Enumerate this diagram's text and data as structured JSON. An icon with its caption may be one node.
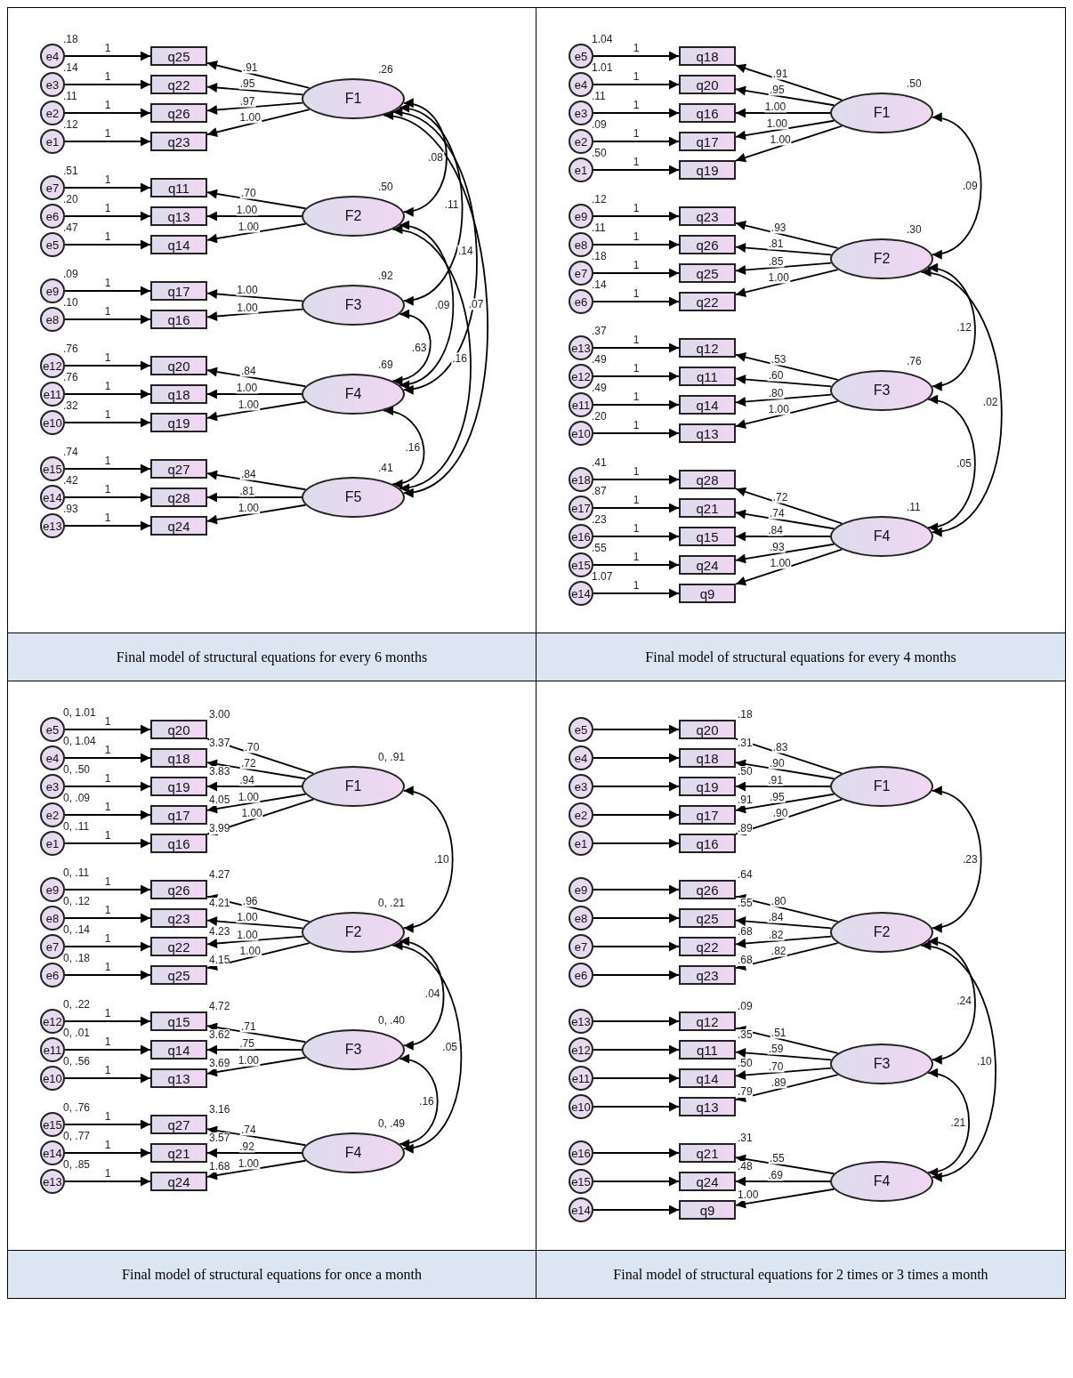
{
  "diagram": {
    "nodes": [
      {
        "text": [
          "Final model of structural equations for every 6 months"
        ]
      },
      {
        "text": [
          "e4"
        ],
        "in": 0,
        "beside": [
          ".18"
        ]
      },
      {
        "text": [
          "e3"
        ],
        "in": 0,
        "beside": [
          ".14"
        ]
      },
      {
        "text": [
          "e2"
        ],
        "in": 0,
        "beside": [
          ".11"
        ]
      },
      {
        "text": [
          "e1"
        ],
        "in": 0,
        "beside": [
          ".12"
        ]
      },
      {
        "text": [
          "q25"
        ],
        "in": 0
      },
      {
        "text": [
          "q22"
        ],
        "in": 0
      },
      {
        "text": [
          "q26"
        ],
        "in": 0
      },
      {
        "text": [
          "q23"
        ],
        "in": 0
      },
      {
        "text": [
          "F1"
        ],
        "in": 0,
        "beside": [
          ".26"
        ]
      },
      {
        "text": [
          "e7"
        ],
        "in": 0,
        "beside": [
          ".51"
        ]
      },
      {
        "text": [
          "e6"
        ],
        "in": 0,
        "beside": [
          ".20"
        ]
      },
      {
        "text": [
          "e5"
        ],
        "in": 0,
        "beside": [
          ".47"
        ]
      },
      {
        "text": [
          "q11"
        ],
        "in": 0
      },
      {
        "text": [
          "q13"
        ],
        "in": 0
      },
      {
        "text": [
          "q14"
        ],
        "in": 0
      },
      {
        "text": [
          "F2"
        ],
        "in": 0,
        "beside": [
          ".50"
        ]
      },
      {
        "text": [
          "e9"
        ],
        "in": 0,
        "beside": [
          ".09"
        ]
      },
      {
        "text": [
          "e8"
        ],
        "in": 0,
        "beside": [
          ".10"
        ]
      },
      {
        "text": [
          "q17"
        ],
        "in": 0
      },
      {
        "text": [
          "q16"
        ],
        "in": 0
      },
      {
        "text": [
          "F3"
        ],
        "in": 0,
        "beside": [
          ".92"
        ]
      },
      {
        "text": [
          "e12"
        ],
        "in": 0,
        "beside": [
          ".76"
        ]
      },
      {
        "text": [
          "e11"
        ],
        "in": 0,
        "beside": [
          ".76"
        ]
      },
      {
        "text": [
          "e10"
        ],
        "in": 0,
        "beside": [
          ".32"
        ]
      },
      {
        "text": [
          "q20"
        ],
        "in": 0
      },
      {
        "text": [
          "q18"
        ],
        "in": 0
      },
      {
        "text": [
          "q19"
        ],
        "in": 0
      },
      {
        "text": [
          "F4"
        ],
        "in": 0,
        "beside": [
          ".69"
        ]
      },
      {
        "text": [
          "e15"
        ],
        "in": 0,
        "beside": [
          ".74"
        ]
      },
      {
        "text": [
          "e14"
        ],
        "in": 0,
        "beside": [
          ".42"
        ]
      },
      {
        "text": [
          "e13"
        ],
        "in": 0,
        "beside": [
          ".93"
        ]
      },
      {
        "text": [
          "q27"
        ],
        "in": 0
      },
      {
        "text": [
          "q28"
        ],
        "in": 0
      },
      {
        "text": [
          "q24"
        ],
        "in": 0
      },
      {
        "text": [
          "F5"
        ],
        "in": 0,
        "beside": [
          ".41"
        ]
      },
      {
        "text": [
          "Final model of structural equations for every 4 months"
        ]
      },
      {
        "text": [
          "e5"
        ],
        "in": 36,
        "beside": [
          "1.04"
        ]
      },
      {
        "text": [
          "e4"
        ],
        "in": 36,
        "beside": [
          "1.01"
        ]
      },
      {
        "text": [
          "e3"
        ],
        "in": 36,
        "beside": [
          ".11"
        ]
      },
      {
        "text": [
          "e2"
        ],
        "in": 36,
        "beside": [
          ".09"
        ]
      },
      {
        "text": [
          "e1"
        ],
        "in": 36,
        "beside": [
          ".50"
        ]
      },
      {
        "text": [
          "q18"
        ],
        "in": 36
      },
      {
        "text": [
          "q20"
        ],
        "in": 36
      },
      {
        "text": [
          "q16"
        ],
        "in": 36
      },
      {
        "text": [
          "q17"
        ],
        "in": 36
      },
      {
        "text": [
          "q19"
        ],
        "in": 36
      },
      {
        "text": [
          "F1"
        ],
        "in": 36,
        "beside": [
          ".50"
        ]
      },
      {
        "text": [
          "e9"
        ],
        "in": 36,
        "beside": [
          ".12"
        ]
      },
      {
        "text": [
          "e8"
        ],
        "in": 36,
        "beside": [
          ".11"
        ]
      },
      {
        "text": [
          "e7"
        ],
        "in": 36,
        "beside": [
          ".18"
        ]
      },
      {
        "text": [
          "e6"
        ],
        "in": 36,
        "beside": [
          ".14"
        ]
      },
      {
        "text": [
          "q23"
        ],
        "in": 36
      },
      {
        "text": [
          "q26"
        ],
        "in": 36
      },
      {
        "text": [
          "q25"
        ],
        "in": 36
      },
      {
        "text": [
          "q22"
        ],
        "in": 36
      },
      {
        "text": [
          "F2"
        ],
        "in": 36,
        "beside": [
          ".30"
        ]
      },
      {
        "text": [
          "e13"
        ],
        "in": 36,
        "beside": [
          ".37"
        ]
      },
      {
        "text": [
          "e12"
        ],
        "in": 36,
        "beside": [
          ".49"
        ]
      },
      {
        "text": [
          "e11"
        ],
        "in": 36,
        "beside": [
          ".49"
        ]
      },
      {
        "text": [
          "e10"
        ],
        "in": 36,
        "beside": [
          ".20"
        ]
      },
      {
        "text": [
          "q12"
        ],
        "in": 36
      },
      {
        "text": [
          "q11"
        ],
        "in": 36
      },
      {
        "text": [
          "q14"
        ],
        "in": 36
      },
      {
        "text": [
          "q13"
        ],
        "in": 36
      },
      {
        "text": [
          "F3"
        ],
        "in": 36,
        "beside": [
          ".76"
        ]
      },
      {
        "text": [
          "e18"
        ],
        "in": 36,
        "beside": [
          ".41"
        ]
      },
      {
        "text": [
          "e17"
        ],
        "in": 36,
        "beside": [
          ".87"
        ]
      },
      {
        "text": [
          "e16"
        ],
        "in": 36,
        "beside": [
          ".23"
        ]
      },
      {
        "text": [
          "e15"
        ],
        "in": 36,
        "beside": [
          ".55"
        ]
      },
      {
        "text": [
          "e14"
        ],
        "in": 36,
        "beside": [
          "1.07"
        ]
      },
      {
        "text": [
          "q28"
        ],
        "in": 36
      },
      {
        "text": [
          "q21"
        ],
        "in": 36
      },
      {
        "text": [
          "q15"
        ],
        "in": 36
      },
      {
        "text": [
          "q24"
        ],
        "in": 36
      },
      {
        "text": [
          "q9"
        ],
        "in": 36
      },
      {
        "text": [
          "F4"
        ],
        "in": 36,
        "beside": [
          ".11"
        ]
      },
      {
        "text": [
          "Final model of structural equations for once a month"
        ]
      },
      {
        "text": [
          "e5"
        ],
        "in": 77,
        "beside": [
          "0, 1.01"
        ]
      },
      {
        "text": [
          "e4"
        ],
        "in": 77,
        "beside": [
          "0, 1.04"
        ]
      },
      {
        "text": [
          "e3"
        ],
        "in": 77,
        "beside": [
          "0, .50"
        ]
      },
      {
        "text": [
          "e2"
        ],
        "in": 77,
        "beside": [
          "0, .09"
        ]
      },
      {
        "text": [
          "e1"
        ],
        "in": 77,
        "beside": [
          "0, .11"
        ]
      },
      {
        "text": [
          "q20"
        ],
        "in": 77,
        "beside": [
          "3.00"
        ]
      },
      {
        "text": [
          "q18"
        ],
        "in": 77,
        "beside": [
          "3.37"
        ]
      },
      {
        "text": [
          "q19"
        ],
        "in": 77,
        "beside": [
          "3.83"
        ]
      },
      {
        "text": [
          "q17"
        ],
        "in": 77,
        "beside": [
          "4.05"
        ]
      },
      {
        "text": [
          "q16"
        ],
        "in": 77,
        "beside": [
          "3.99"
        ]
      },
      {
        "text": [
          "F1"
        ],
        "in": 77,
        "beside": [
          "0, .91"
        ]
      },
      {
        "text": [
          "e9"
        ],
        "in": 77,
        "beside": [
          "0, .11"
        ]
      },
      {
        "text": [
          "e8"
        ],
        "in": 77,
        "beside": [
          "0, .12"
        ]
      },
      {
        "text": [
          "e7"
        ],
        "in": 77,
        "beside": [
          "0, .14"
        ]
      },
      {
        "text": [
          "e6"
        ],
        "in": 77,
        "beside": [
          "0, .18"
        ]
      },
      {
        "text": [
          "q26"
        ],
        "in": 77,
        "beside": [
          "4.27"
        ]
      },
      {
        "text": [
          "q23"
        ],
        "in": 77,
        "beside": [
          "4.21"
        ]
      },
      {
        "text": [
          "q22"
        ],
        "in": 77,
        "beside": [
          "4.23"
        ]
      },
      {
        "text": [
          "q25"
        ],
        "in": 77,
        "beside": [
          "4.15"
        ]
      },
      {
        "text": [
          "F2"
        ],
        "in": 77,
        "beside": [
          "0, .21"
        ]
      },
      {
        "text": [
          "e12"
        ],
        "in": 77,
        "beside": [
          "0, .22"
        ]
      },
      {
        "text": [
          "e11"
        ],
        "in": 77,
        "beside": [
          "0, .01"
        ]
      },
      {
        "text": [
          "e10"
        ],
        "in": 77,
        "beside": [
          "0, .56"
        ]
      },
      {
        "text": [
          "q15"
        ],
        "in": 77,
        "beside": [
          "4.72"
        ]
      },
      {
        "text": [
          "q14"
        ],
        "in": 77,
        "beside": [
          "3.62"
        ]
      },
      {
        "text": [
          "q13"
        ],
        "in": 77,
        "beside": [
          "3.69"
        ]
      },
      {
        "text": [
          "F3"
        ],
        "in": 77,
        "beside": [
          "0, .40"
        ]
      },
      {
        "text": [
          "e15"
        ],
        "in": 77,
        "beside": [
          "0, .76"
        ]
      },
      {
        "text": [
          "e14"
        ],
        "in": 77,
        "beside": [
          "0, .77"
        ]
      },
      {
        "text": [
          "e13"
        ],
        "in": 77,
        "beside": [
          "0, .85"
        ]
      },
      {
        "text": [
          "q27"
        ],
        "in": 77,
        "beside": [
          "3.16"
        ]
      },
      {
        "text": [
          "q21"
        ],
        "in": 77,
        "beside": [
          "3.57"
        ]
      },
      {
        "text": [
          "q24"
        ],
        "in": 77,
        "beside": [
          "1.68"
        ]
      },
      {
        "text": [
          "F4"
        ],
        "in": 77,
        "beside": [
          "0, .49"
        ]
      },
      {
        "text": [
          "Final model of structural equations for 2 times or 3 times a month"
        ]
      },
      {
        "text": [
          "e5"
        ],
        "in": 112
      },
      {
        "text": [
          "e4"
        ],
        "in": 112
      },
      {
        "text": [
          "e3"
        ],
        "in": 112
      },
      {
        "text": [
          "e2"
        ],
        "in": 112
      },
      {
        "text": [
          "e1"
        ],
        "in": 112
      },
      {
        "text": [
          "q20"
        ],
        "in": 112,
        "beside": [
          ".18"
        ]
      },
      {
        "text": [
          "q18"
        ],
        "in": 112,
        "beside": [
          ".31"
        ]
      },
      {
        "text": [
          "q19"
        ],
        "in": 112,
        "beside": [
          ".50"
        ]
      },
      {
        "text": [
          "q17"
        ],
        "in": 112,
        "beside": [
          ".91"
        ]
      },
      {
        "text": [
          "q16"
        ],
        "in": 112,
        "beside": [
          ".89"
        ]
      },
      {
        "text": [
          "F1"
        ],
        "in": 112
      },
      {
        "text": [
          "e9"
        ],
        "in": 112
      },
      {
        "text": [
          "e8"
        ],
        "in": 112
      },
      {
        "text": [
          "e7"
        ],
        "in": 112
      },
      {
        "text": [
          "e6"
        ],
        "in": 112
      },
      {
        "text": [
          "q26"
        ],
        "in": 112,
        "beside": [
          ".64"
        ]
      },
      {
        "text": [
          "q25"
        ],
        "in": 112,
        "beside": [
          ".55"
        ]
      },
      {
        "text": [
          "q22"
        ],
        "in": 112,
        "beside": [
          ".68"
        ]
      },
      {
        "text": [
          "q23"
        ],
        "in": 112,
        "beside": [
          ".68"
        ]
      },
      {
        "text": [
          "F2"
        ],
        "in": 112
      },
      {
        "text": [
          "e13"
        ],
        "in": 112
      },
      {
        "text": [
          "e12"
        ],
        "in": 112
      },
      {
        "text": [
          "e11"
        ],
        "in": 112
      },
      {
        "text": [
          "e10"
        ],
        "in": 112
      },
      {
        "text": [
          "q12"
        ],
        "in": 112,
        "beside": [
          ".09"
        ]
      },
      {
        "text": [
          "q11"
        ],
        "in": 112,
        "beside": [
          ".35"
        ]
      },
      {
        "text": [
          "q14"
        ],
        "in": 112,
        "beside": [
          ".50"
        ]
      },
      {
        "text": [
          "q13"
        ],
        "in": 112,
        "beside": [
          ".79"
        ]
      },
      {
        "text": [
          "F3"
        ],
        "in": 112
      },
      {
        "text": [
          "e16"
        ],
        "in": 112
      },
      {
        "text": [
          "e15"
        ],
        "in": 112
      },
      {
        "text": [
          "e14"
        ],
        "in": 112
      },
      {
        "text": [
          "q21"
        ],
        "in": 112,
        "beside": [
          ".31"
        ]
      },
      {
        "text": [
          "q24"
        ],
        "in": 112,
        "beside": [
          ".48"
        ]
      },
      {
        "text": [
          "q9"
        ],
        "in": 112,
        "beside": [
          "1.00"
        ]
      },
      {
        "text": [
          "F4"
        ],
        "in": 112
      }
    ],
    "edges": [
      {
        "from": 1,
        "to": 5,
        "arrow": "to",
        "label": "1"
      },
      {
        "from": 2,
        "to": 6,
        "arrow": "to",
        "label": "1"
      },
      {
        "from": 3,
        "to": 7,
        "arrow": "to",
        "label": "1"
      },
      {
        "from": 4,
        "to": 8,
        "arrow": "to",
        "label": "1"
      },
      {
        "from": 10,
        "to": 13,
        "arrow": "to",
        "label": "1"
      },
      {
        "from": 11,
        "to": 14,
        "arrow": "to",
        "label": "1"
      },
      {
        "from": 12,
        "to": 15,
        "arrow": "to",
        "label": "1"
      },
      {
        "from": 17,
        "to": 19,
        "arrow": "to",
        "label": "1"
      },
      {
        "from": 18,
        "to": 20,
        "arrow": "to",
        "label": "1"
      },
      {
        "from": 22,
        "to": 25,
        "arrow": "to",
        "label": "1"
      },
      {
        "from": 23,
        "to": 26,
        "arrow": "to",
        "label": "1"
      },
      {
        "from": 24,
        "to": 27,
        "arrow": "to",
        "label": "1"
      },
      {
        "from": 29,
        "to": 32,
        "arrow": "to",
        "label": "1"
      },
      {
        "from": 30,
        "to": 33,
        "arrow": "to",
        "label": "1"
      },
      {
        "from": 31,
        "to": 34,
        "arrow": "to",
        "label": "1"
      },
      {
        "from": 9,
        "to": 5,
        "arrow": "to",
        "label": ".91"
      },
      {
        "from": 9,
        "to": 6,
        "arrow": "to",
        "label": ".95"
      },
      {
        "from": 9,
        "to": 7,
        "arrow": "to",
        "label": ".97"
      },
      {
        "from": 9,
        "to": 8,
        "arrow": "to",
        "label": "1.00"
      },
      {
        "from": 16,
        "to": 13,
        "arrow": "to",
        "label": ".70"
      },
      {
        "from": 16,
        "to": 14,
        "arrow": "to",
        "label": "1.00"
      },
      {
        "from": 16,
        "to": 15,
        "arrow": "to",
        "label": "1.00"
      },
      {
        "from": 21,
        "to": 19,
        "arrow": "to",
        "label": "1.00"
      },
      {
        "from": 21,
        "to": 20,
        "arrow": "to",
        "label": "1.00"
      },
      {
        "from": 28,
        "to": 25,
        "arrow": "to",
        "label": ".84"
      },
      {
        "from": 28,
        "to": 26,
        "arrow": "to",
        "label": "1.00"
      },
      {
        "from": 28,
        "to": 27,
        "arrow": "to",
        "label": "1.00"
      },
      {
        "from": 35,
        "to": 32,
        "arrow": "to",
        "label": ".84"
      },
      {
        "from": 35,
        "to": 33,
        "arrow": "to",
        "label": ".81"
      },
      {
        "from": 35,
        "to": 34,
        "arrow": "to",
        "label": "1.00"
      },
      {
        "from": 9,
        "to": 16,
        "arrow": "both",
        "label": ".08"
      },
      {
        "from": 9,
        "to": 21,
        "arrow": "both",
        "label": ".11"
      },
      {
        "from": 9,
        "to": 28,
        "arrow": "both",
        "label": ".14"
      },
      {
        "from": 9,
        "to": 35,
        "arrow": "both",
        "label": ".07"
      },
      {
        "from": 16,
        "to": 28,
        "arrow": "both",
        "label": ".09"
      },
      {
        "from": 16,
        "to": 35,
        "arrow": "both",
        "label": ".16"
      },
      {
        "from": 21,
        "to": 28,
        "arrow": "both",
        "label": ".63"
      },
      {
        "from": 28,
        "to": 35,
        "arrow": "both",
        "label": ".16"
      },
      {
        "from": 37,
        "to": 42,
        "arrow": "to",
        "label": "1"
      },
      {
        "from": 38,
        "to": 43,
        "arrow": "to",
        "label": "1"
      },
      {
        "from": 39,
        "to": 44,
        "arrow": "to",
        "label": "1"
      },
      {
        "from": 40,
        "to": 45,
        "arrow": "to",
        "label": "1"
      },
      {
        "from": 41,
        "to": 46,
        "arrow": "to",
        "label": "1"
      },
      {
        "from": 48,
        "to": 52,
        "arrow": "to",
        "label": "1"
      },
      {
        "from": 49,
        "to": 53,
        "arrow": "to",
        "label": "1"
      },
      {
        "from": 50,
        "to": 54,
        "arrow": "to",
        "label": "1"
      },
      {
        "from": 51,
        "to": 55,
        "arrow": "to",
        "label": "1"
      },
      {
        "from": 57,
        "to": 61,
        "arrow": "to",
        "label": "1"
      },
      {
        "from": 58,
        "to": 62,
        "arrow": "to",
        "label": "1"
      },
      {
        "from": 59,
        "to": 63,
        "arrow": "to",
        "label": "1"
      },
      {
        "from": 60,
        "to": 64,
        "arrow": "to",
        "label": "1"
      },
      {
        "from": 66,
        "to": 71,
        "arrow": "to",
        "label": "1"
      },
      {
        "from": 67,
        "to": 72,
        "arrow": "to",
        "label": "1"
      },
      {
        "from": 68,
        "to": 73,
        "arrow": "to",
        "label": "1"
      },
      {
        "from": 69,
        "to": 74,
        "arrow": "to",
        "label": "1"
      },
      {
        "from": 70,
        "to": 75,
        "arrow": "to",
        "label": "1"
      },
      {
        "from": 47,
        "to": 42,
        "arrow": "to",
        "label": ".91"
      },
      {
        "from": 47,
        "to": 43,
        "arrow": "to",
        "label": ".95"
      },
      {
        "from": 47,
        "to": 44,
        "arrow": "to",
        "label": "1.00"
      },
      {
        "from": 47,
        "to": 45,
        "arrow": "to",
        "label": "1.00"
      },
      {
        "from": 47,
        "to": 46,
        "arrow": "to",
        "label": "1.00"
      },
      {
        "from": 56,
        "to": 52,
        "arrow": "to",
        "label": ".93"
      },
      {
        "from": 56,
        "to": 53,
        "arrow": "to",
        "label": ".81"
      },
      {
        "from": 56,
        "to": 54,
        "arrow": "to",
        "label": ".85"
      },
      {
        "from": 56,
        "to": 55,
        "arrow": "to",
        "label": "1.00"
      },
      {
        "from": 65,
        "to": 61,
        "arrow": "to",
        "label": ".53"
      },
      {
        "from": 65,
        "to": 62,
        "arrow": "to",
        "label": ".60"
      },
      {
        "from": 65,
        "to": 63,
        "arrow": "to",
        "label": ".80"
      },
      {
        "from": 65,
        "to": 64,
        "arrow": "to",
        "label": "1.00"
      },
      {
        "from": 76,
        "to": 71,
        "arrow": "to",
        "label": ".72"
      },
      {
        "from": 76,
        "to": 72,
        "arrow": "to",
        "label": ".74"
      },
      {
        "from": 76,
        "to": 73,
        "arrow": "to",
        "label": ".84"
      },
      {
        "from": 76,
        "to": 74,
        "arrow": "to",
        "label": ".93"
      },
      {
        "from": 76,
        "to": 75,
        "arrow": "to",
        "label": "1.00"
      },
      {
        "from": 47,
        "to": 56,
        "arrow": "both",
        "label": ".09"
      },
      {
        "from": 56,
        "to": 65,
        "arrow": "both",
        "label": ".12"
      },
      {
        "from": 56,
        "to": 76,
        "arrow": "both",
        "label": ".02"
      },
      {
        "from": 65,
        "to": 76,
        "arrow": "both",
        "label": ".05"
      },
      {
        "from": 78,
        "to": 83,
        "arrow": "to",
        "label": "1"
      },
      {
        "from": 79,
        "to": 84,
        "arrow": "to",
        "label": "1"
      },
      {
        "from": 80,
        "to": 85,
        "arrow": "to",
        "label": "1"
      },
      {
        "from": 81,
        "to": 86,
        "arrow": "to",
        "label": "1"
      },
      {
        "from": 82,
        "to": 87,
        "arrow": "to",
        "label": "1"
      },
      {
        "from": 89,
        "to": 93,
        "arrow": "to",
        "label": "1"
      },
      {
        "from": 90,
        "to": 94,
        "arrow": "to",
        "label": "1"
      },
      {
        "from": 91,
        "to": 95,
        "arrow": "to",
        "label": "1"
      },
      {
        "from": 92,
        "to": 96,
        "arrow": "to",
        "label": "1"
      },
      {
        "from": 98,
        "to": 101,
        "arrow": "to",
        "label": "1"
      },
      {
        "from": 99,
        "to": 102,
        "arrow": "to",
        "label": "1"
      },
      {
        "from": 100,
        "to": 103,
        "arrow": "to",
        "label": "1"
      },
      {
        "from": 105,
        "to": 108,
        "arrow": "to",
        "label": "1"
      },
      {
        "from": 106,
        "to": 109,
        "arrow": "to",
        "label": "1"
      },
      {
        "from": 107,
        "to": 110,
        "arrow": "to",
        "label": "1"
      },
      {
        "from": 88,
        "to": 83,
        "arrow": "to",
        "label": ".70"
      },
      {
        "from": 88,
        "to": 84,
        "arrow": "to",
        "label": ".72"
      },
      {
        "from": 88,
        "to": 85,
        "arrow": "to",
        "label": ".94"
      },
      {
        "from": 88,
        "to": 86,
        "arrow": "to",
        "label": "1.00"
      },
      {
        "from": 88,
        "to": 87,
        "arrow": "to",
        "label": "1.00"
      },
      {
        "from": 97,
        "to": 93,
        "arrow": "to",
        "label": ".96"
      },
      {
        "from": 97,
        "to": 94,
        "arrow": "to",
        "label": "1.00"
      },
      {
        "from": 97,
        "to": 95,
        "arrow": "to",
        "label": "1.00"
      },
      {
        "from": 97,
        "to": 96,
        "arrow": "to",
        "label": "1.00"
      },
      {
        "from": 104,
        "to": 101,
        "arrow": "to",
        "label": ".71"
      },
      {
        "from": 104,
        "to": 102,
        "arrow": "to",
        "label": ".75"
      },
      {
        "from": 104,
        "to": 103,
        "arrow": "to",
        "label": "1.00"
      },
      {
        "from": 111,
        "to": 108,
        "arrow": "to",
        "label": ".74"
      },
      {
        "from": 111,
        "to": 109,
        "arrow": "to",
        "label": ".92"
      },
      {
        "from": 111,
        "to": 110,
        "arrow": "to",
        "label": "1.00"
      },
      {
        "from": 88,
        "to": 97,
        "arrow": "both",
        "label": ".10"
      },
      {
        "from": 97,
        "to": 104,
        "arrow": "both",
        "label": ".04"
      },
      {
        "from": 97,
        "to": 111,
        "arrow": "both",
        "label": ".05"
      },
      {
        "from": 104,
        "to": 111,
        "arrow": "both",
        "label": ".16"
      },
      {
        "from": 113,
        "to": 118,
        "arrow": "to"
      },
      {
        "from": 114,
        "to": 119,
        "arrow": "to"
      },
      {
        "from": 115,
        "to": 120,
        "arrow": "to"
      },
      {
        "from": 116,
        "to": 121,
        "arrow": "to"
      },
      {
        "from": 117,
        "to": 122,
        "arrow": "to"
      },
      {
        "from": 124,
        "to": 128,
        "arrow": "to"
      },
      {
        "from": 125,
        "to": 129,
        "arrow": "to"
      },
      {
        "from": 126,
        "to": 130,
        "arrow": "to"
      },
      {
        "from": 127,
        "to": 131,
        "arrow": "to"
      },
      {
        "from": 133,
        "to": 137,
        "arrow": "to"
      },
      {
        "from": 134,
        "to": 138,
        "arrow": "to"
      },
      {
        "from": 135,
        "to": 139,
        "arrow": "to"
      },
      {
        "from": 136,
        "to": 140,
        "arrow": "to"
      },
      {
        "from": 142,
        "to": 145,
        "arrow": "to"
      },
      {
        "from": 143,
        "to": 146,
        "arrow": "to"
      },
      {
        "from": 144,
        "to": 147,
        "arrow": "to"
      },
      {
        "from": 123,
        "to": 118,
        "arrow": "to",
        "label": ".83"
      },
      {
        "from": 123,
        "to": 119,
        "arrow": "to",
        "label": ".90"
      },
      {
        "from": 123,
        "to": 120,
        "arrow": "to",
        "label": ".91"
      },
      {
        "from": 123,
        "to": 121,
        "arrow": "to",
        "label": ".95"
      },
      {
        "from": 123,
        "to": 122,
        "arrow": "to",
        "label": ".90"
      },
      {
        "from": 132,
        "to": 128,
        "arrow": "to",
        "label": ".80"
      },
      {
        "from": 132,
        "to": 129,
        "arrow": "to",
        "label": ".84"
      },
      {
        "from": 132,
        "to": 130,
        "arrow": "to",
        "label": ".82"
      },
      {
        "from": 132,
        "to": 131,
        "arrow": "to",
        "label": ".82"
      },
      {
        "from": 141,
        "to": 137,
        "arrow": "to",
        "label": ".51"
      },
      {
        "from": 141,
        "to": 138,
        "arrow": "to",
        "label": ".59"
      },
      {
        "from": 141,
        "to": 139,
        "arrow": "to",
        "label": ".70"
      },
      {
        "from": 141,
        "to": 140,
        "arrow": "to",
        "label": ".89"
      },
      {
        "from": 148,
        "to": 145,
        "arrow": "to",
        "label": ".55"
      },
      {
        "from": 148,
        "to": 146,
        "arrow": "to",
        "label": ".69"
      },
      {
        "from": 148,
        "to": 147,
        "arrow": "to"
      },
      {
        "from": 123,
        "to": 132,
        "arrow": "both",
        "label": ".23"
      },
      {
        "from": 132,
        "to": 141,
        "arrow": "both",
        "label": ".24"
      },
      {
        "from": 132,
        "to": 148,
        "arrow": "both",
        "label": ".10"
      },
      {
        "from": 141,
        "to": 148,
        "arrow": "both",
        "label": ".21"
      }
    ]
  }
}
